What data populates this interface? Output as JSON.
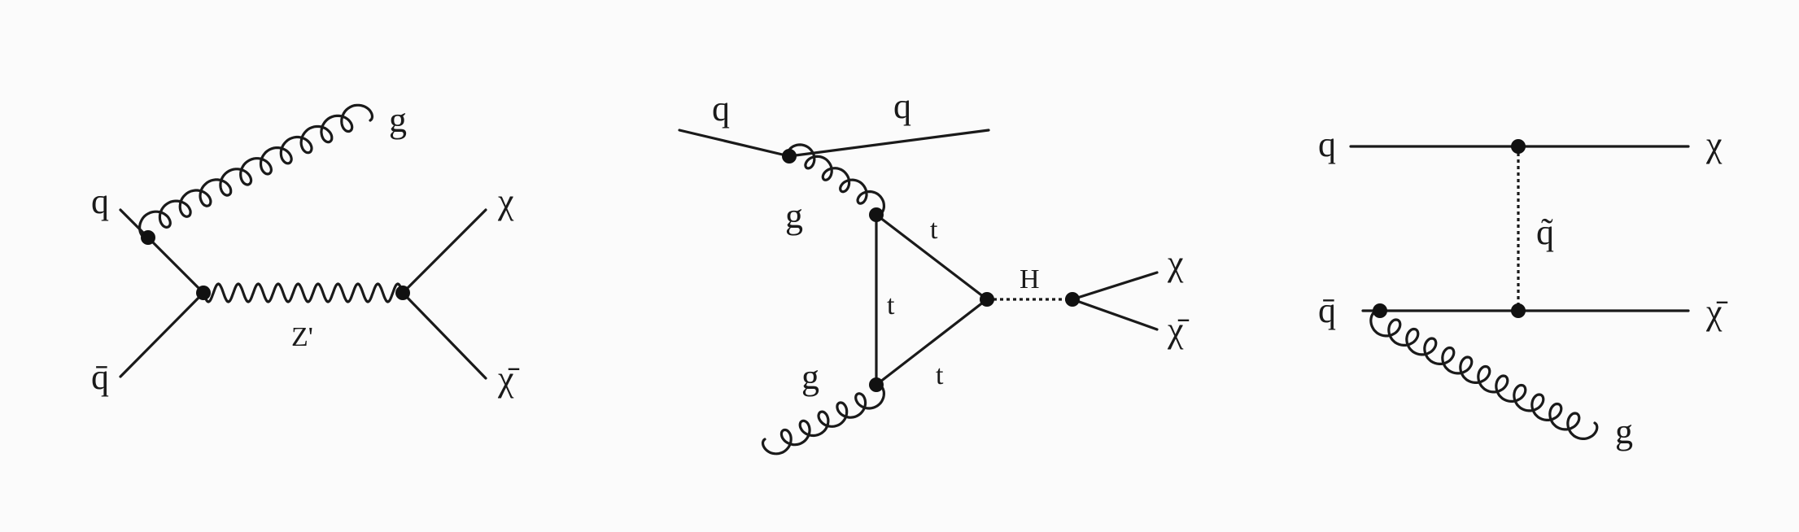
{
  "diagram1": {
    "labels": {
      "q": "q",
      "qbar": "q̄",
      "g": "g",
      "chi": "χ",
      "chibar": "χ̄",
      "zprime": "Z'"
    }
  },
  "diagram2": {
    "labels": {
      "q_in": "q",
      "q_out": "q",
      "g_top": "g",
      "g_bottom": "g",
      "t_top": "t",
      "t_left": "t",
      "t_bottom": "t",
      "h": "H",
      "chi": "χ",
      "chibar": "χ̄"
    }
  },
  "diagram3": {
    "labels": {
      "q": "q",
      "qbar": "q̄",
      "chi": "χ",
      "chibar": "χ̄",
      "squark": "q̃",
      "g": "g"
    }
  }
}
